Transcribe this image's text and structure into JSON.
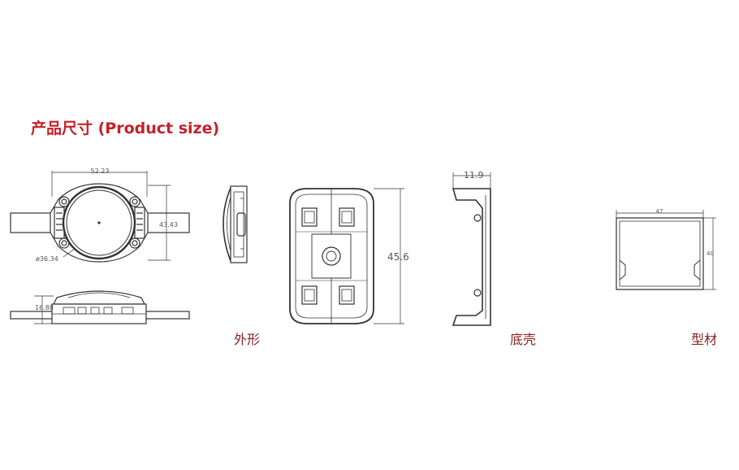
{
  "title": "产品尺寸 (Product size)",
  "captions": {
    "appearance": "外形",
    "base": "底壳",
    "profile": "型材"
  },
  "dimensions": {
    "module_width": "52.23",
    "module_height": "43.43",
    "lens_diameter": "ø36.34",
    "module_thickness": "16.88",
    "base_length": "45.6",
    "base_depth": "11.9",
    "profile_width": "47",
    "profile_height": "40"
  },
  "colors": {
    "title": "#c8202a",
    "caption": "#8a2222",
    "line": "#333333",
    "dim": "#555555"
  }
}
